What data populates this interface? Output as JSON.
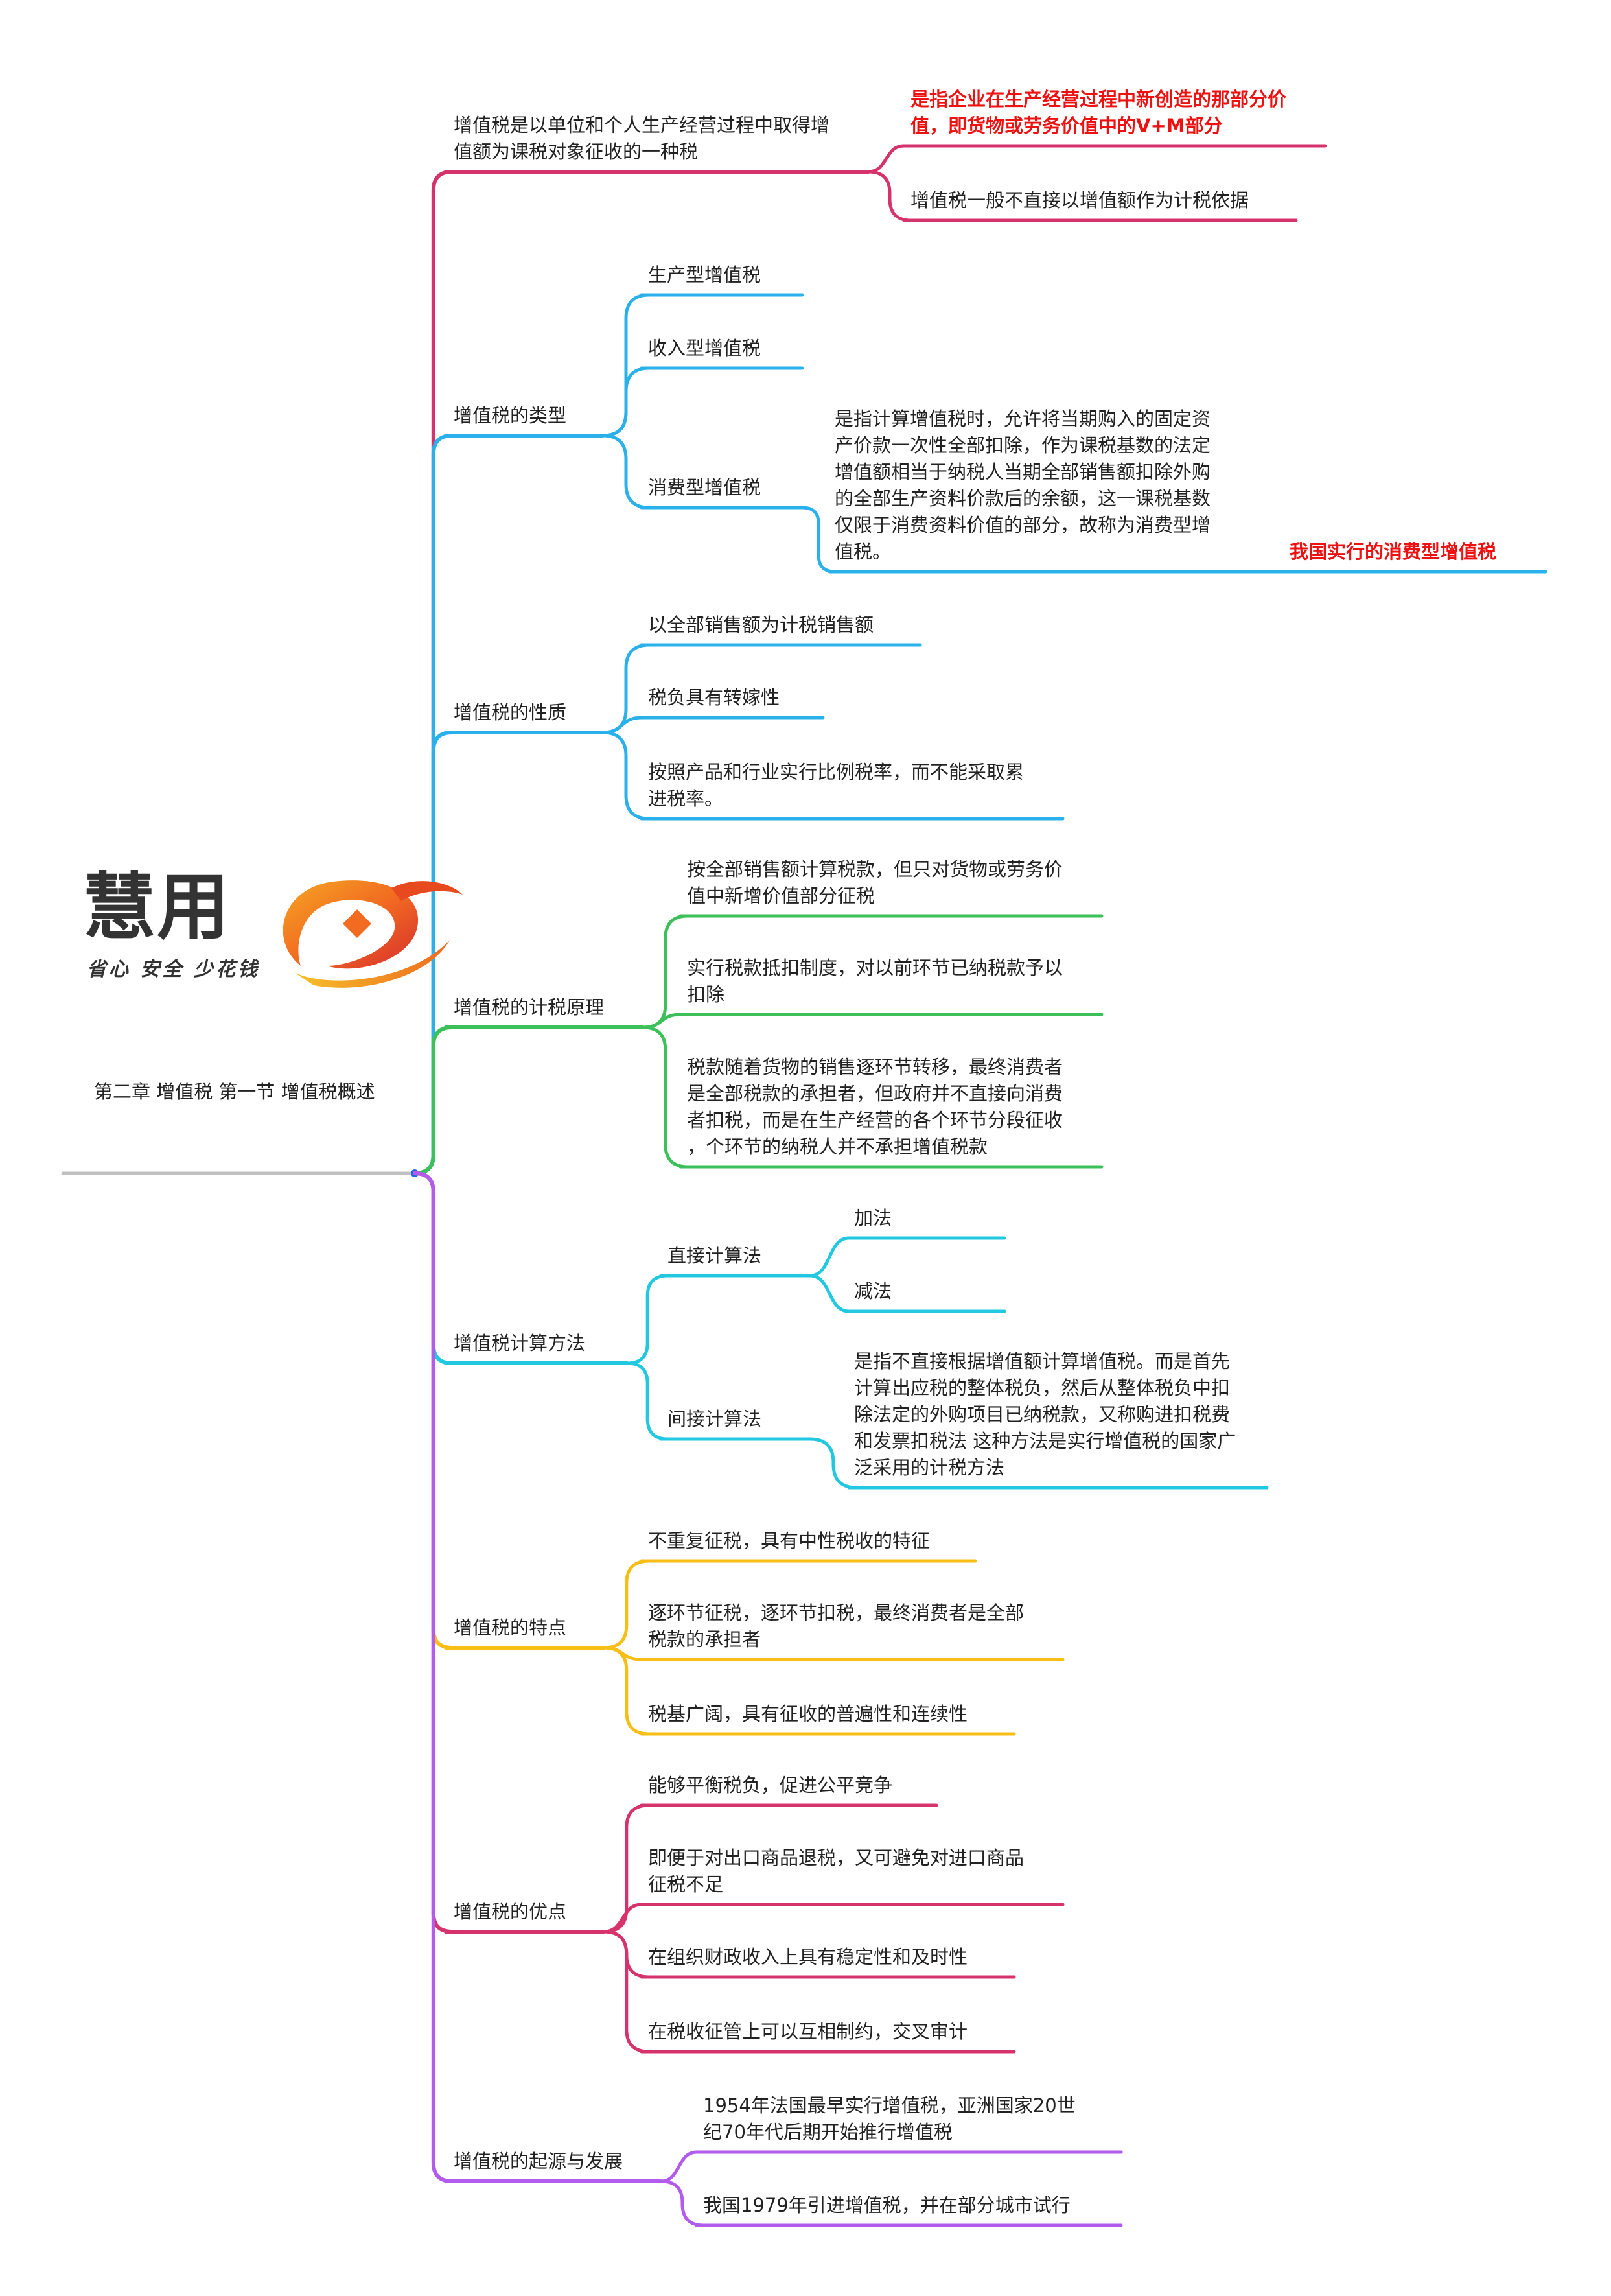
{
  "root": {
    "label": "第二章 增值税 第一节 增值税概述"
  },
  "logo": {
    "name": "慧用",
    "slogan": "省心 安全 少花钱",
    "icon": "logo-swirl-icon"
  },
  "colors": {
    "crimson": "#d6336c",
    "blue": "#2ab0ea",
    "green": "#3cc15a",
    "cyan": "#22c7e0",
    "yellow": "#f7be16",
    "purple": "#b25bed",
    "gray": "#c0c0c0",
    "red_text": "#ee1111"
  },
  "branches": [
    {
      "label": "增值税是以单位和个人生产经营过程中取得增值额为课税对象征收的一种税",
      "label_lines": [
        "增值税是以单位和个人生产经营过程中取得增",
        "值额为课税对象征收的一种税"
      ],
      "children": [
        {
          "lines": [
            "是指企业在生产经营过程中新创造的那部分价",
            "值，即货物或劳务价值中的V+M部分"
          ]
        },
        {
          "lines": [
            "增值税一般不直接以增值额作为计税依据"
          ]
        }
      ]
    },
    {
      "label": "增值税的类型",
      "children": [
        {
          "lines": [
            "生产型增值税"
          ]
        },
        {
          "lines": [
            "收入型增值税"
          ]
        },
        {
          "lines": [
            "消费型增值税"
          ],
          "detail": [
            "是指计算增值税时，允许将当期购入的固定资",
            "产价款一次性全部扣除，作为课税基数的法定",
            "增值额相当于纳税人当期全部销售额扣除外购",
            "的全部生产资料价款后的余额，这一课税基数",
            "仅限于消费资料价值的部分，故称为消费型增",
            "值税。"
          ],
          "note": "我国实行的消费型增值税"
        }
      ]
    },
    {
      "label": "增值税的性质",
      "children": [
        {
          "lines": [
            "以全部销售额为计税销售额"
          ]
        },
        {
          "lines": [
            "税负具有转嫁性"
          ]
        },
        {
          "lines": [
            "按照产品和行业实行比例税率，而不能采取累",
            "进税率。"
          ]
        }
      ]
    },
    {
      "label": "增值税的计税原理",
      "children": [
        {
          "lines": [
            "按全部销售额计算税款，但只对货物或劳务价",
            "值中新增价值部分征税"
          ]
        },
        {
          "lines": [
            "实行税款抵扣制度，对以前环节已纳税款予以",
            "扣除"
          ]
        },
        {
          "lines": [
            "税款随着货物的销售逐环节转移，最终消费者",
            "是全部税款的承担者，但政府并不直接向消费",
            "者扣税，而是在生产经营的各个环节分段征收",
            "，个环节的纳税人并不承担增值税款"
          ]
        }
      ]
    },
    {
      "label": "增值税计算方法",
      "children": [
        {
          "lines": [
            "直接计算法"
          ],
          "sub": [
            {
              "lines": [
                "加法"
              ]
            },
            {
              "lines": [
                "减法"
              ]
            }
          ]
        },
        {
          "lines": [
            "间接计算法"
          ],
          "sub": [
            {
              "lines": [
                "是指不直接根据增值额计算增值税。而是首先",
                "计算出应税的整体税负，然后从整体税负中扣",
                "除法定的外购项目已纳税款，又称购进扣税费",
                "和发票扣税法 这种方法是实行增值税的国家广",
                "泛采用的计税方法"
              ]
            }
          ]
        }
      ]
    },
    {
      "label": "增值税的特点",
      "children": [
        {
          "lines": [
            "不重复征税，具有中性税收的特征"
          ]
        },
        {
          "lines": [
            "逐环节征税，逐环节扣税，最终消费者是全部",
            "税款的承担者"
          ]
        },
        {
          "lines": [
            "税基广阔，具有征收的普遍性和连续性"
          ]
        }
      ]
    },
    {
      "label": "增值税的优点",
      "children": [
        {
          "lines": [
            "能够平衡税负，促进公平竞争"
          ]
        },
        {
          "lines": [
            "即便于对出口商品退税，又可避免对进口商品",
            "征税不足"
          ]
        },
        {
          "lines": [
            "在组织财政收入上具有稳定性和及时性"
          ]
        },
        {
          "lines": [
            "在税收征管上可以互相制约，交叉审计"
          ]
        }
      ]
    },
    {
      "label": "增值税的起源与发展",
      "children": [
        {
          "lines": [
            "1954年法国最早实行增值税，亚洲国家20世",
            "纪70年代后期开始推行增值税"
          ]
        },
        {
          "lines": [
            "我国1979年引进增值税，并在部分城市试行"
          ]
        }
      ]
    }
  ]
}
